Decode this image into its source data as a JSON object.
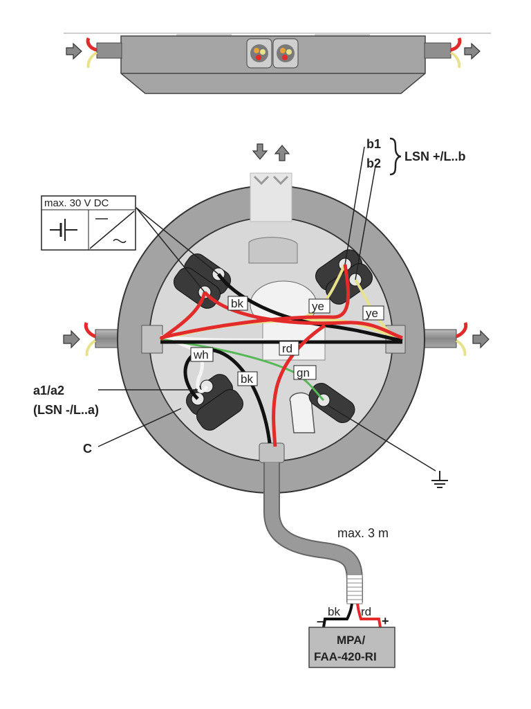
{
  "labels": {
    "max_voltage": "max. 30 V DC",
    "b1": "b1",
    "b2": "b2",
    "lsn_plus": "LSN +/L..b",
    "a1a2": "a1/a2",
    "lsn_minus": "(LSN -/L..a)",
    "c": "C",
    "max_length": "max. 3 m",
    "device_line1": "MPA/",
    "device_line2": "FAA-420-RI",
    "terminal_minus": "–",
    "terminal_plus": "+"
  },
  "wire_tags": {
    "bk_top": "bk",
    "ye_left": "ye",
    "ye_right": "ye",
    "rd_center": "rd",
    "wh": "wh",
    "gn": "gn",
    "bk_mid": "bk",
    "bk_bottom": "bk",
    "rd_bottom": "rd"
  },
  "colors": {
    "wire_red": "#e32b2b",
    "wire_black": "#111111",
    "wire_yellow": "#e8e28a",
    "wire_green": "#58b858",
    "wire_white": "#f4f4f4",
    "housing": "#9a9a9a",
    "housing_inner": "#d6d6d6",
    "device_box": "#bdbdbd"
  },
  "icons": [
    "arrow-right-icon",
    "arrow-down-icon",
    "arrow-up-icon",
    "ground-icon",
    "battery-icon",
    "dc-ac-converter-icon"
  ]
}
